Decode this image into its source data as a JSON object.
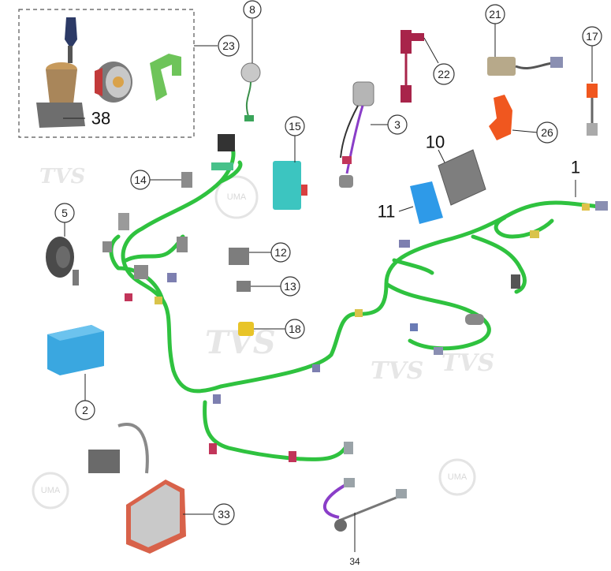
{
  "callouts": {
    "c1": "1",
    "c2": "2",
    "c3": "3",
    "c5": "5",
    "c8": "8",
    "c10": "10",
    "c11": "11",
    "c12": "12",
    "c13": "13",
    "c14": "14",
    "c15": "15",
    "c17": "17",
    "c18": "18",
    "c21": "21",
    "c22": "22",
    "c23": "23",
    "c26": "26",
    "c33": "33",
    "c34": "34",
    "c38": "38"
  },
  "watermarks": {
    "brand": "TVS",
    "emblem": "UMA"
  },
  "colors": {
    "harness": "#2fc23f",
    "battery": "#3aa7e0",
    "relay_orange": "#f0571f",
    "ecu_blue": "#2e9ae8",
    "flasher_teal": "#3cc5c0"
  }
}
